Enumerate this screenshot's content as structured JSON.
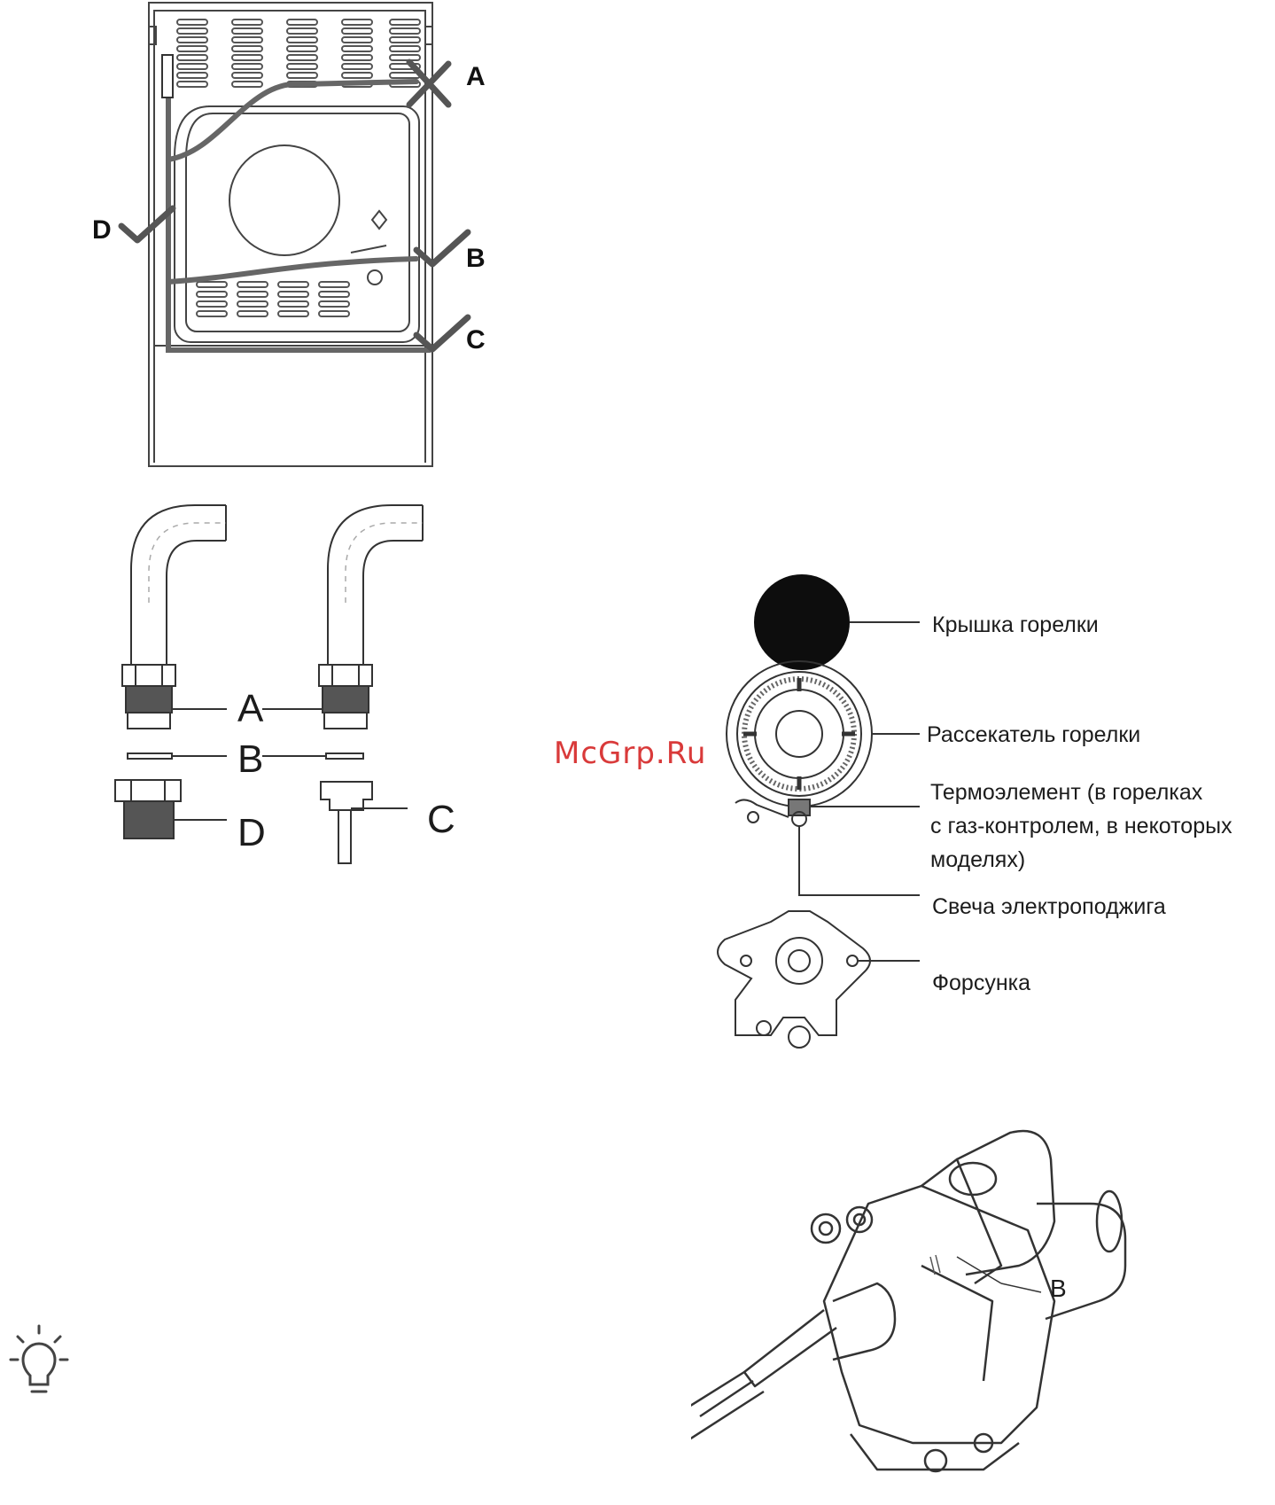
{
  "oven_rear": {
    "markers": {
      "a": "A",
      "b": "B",
      "c": "C",
      "d": "D"
    }
  },
  "fittings": {
    "labels": {
      "a": "A",
      "b": "B",
      "c": "C",
      "d": "D"
    }
  },
  "watermark": "McGrp.Ru",
  "burner": {
    "parts": [
      "Крышка горелки",
      "Рассекатель горелки",
      "Термоэлемент (в горелках",
      "с газ-контролем, в некоторых",
      "моделях)",
      "Свеча электроподжига",
      "Форсунка"
    ]
  },
  "valve": {
    "label": "B"
  },
  "tip_icon": "lightbulb-icon"
}
